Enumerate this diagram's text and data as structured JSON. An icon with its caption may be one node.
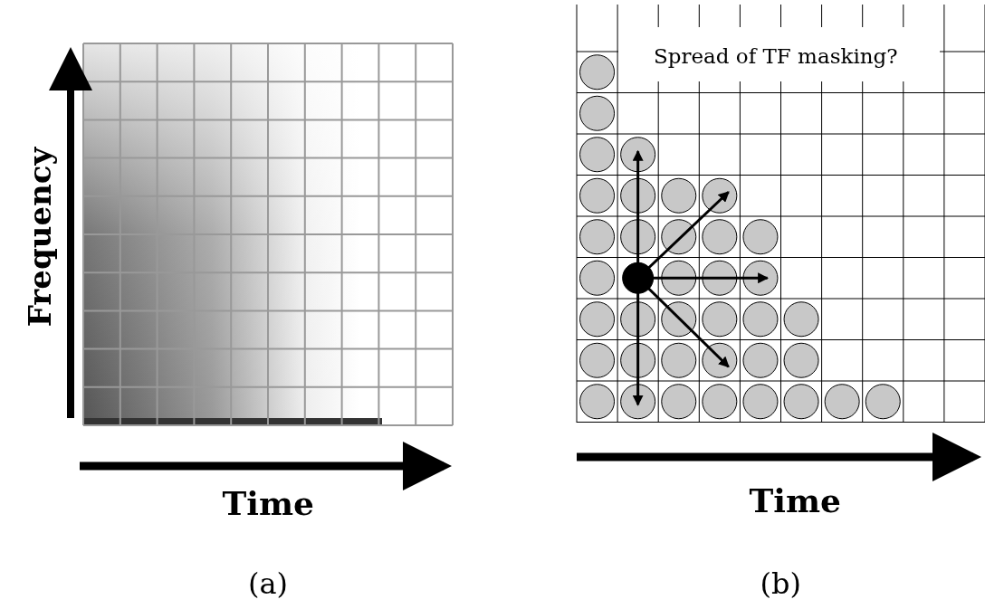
{
  "diagram": {
    "labels": [
      "Frequency",
      "Time",
      "Spread of TF masking?",
      "Time",
      "(a)",
      "(b)"
    ]
  }
}
